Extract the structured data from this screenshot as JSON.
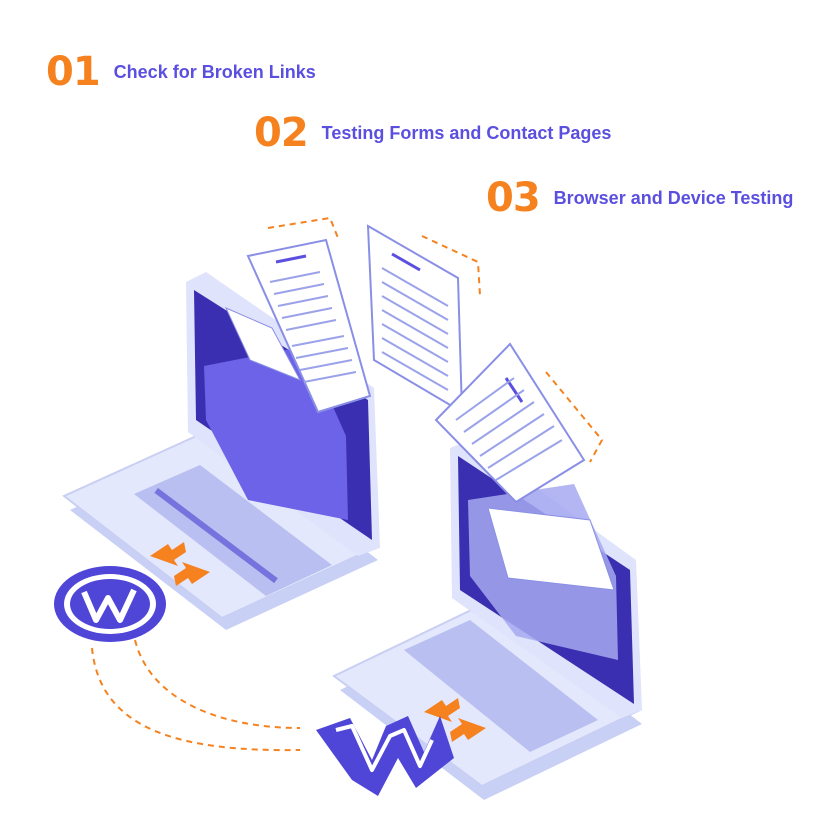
{
  "steps": [
    {
      "number": "01",
      "label": "Check for Broken Links"
    },
    {
      "number": "02",
      "label": "Testing Forms and Contact Pages"
    },
    {
      "number": "03",
      "label": "Browser and Device Testing"
    }
  ],
  "icons": [
    "wordpress-logo-icon",
    "webflow-logo-icon",
    "arrows-swap-icon",
    "document-icon",
    "folder-icon",
    "laptop-icon"
  ],
  "colors": {
    "accent_orange": "#f5821f",
    "brand_purple": "#5b4fe0",
    "laptop_light": "#dde3fb",
    "laptop_screen": "#3a2fb0",
    "folder": "#6c63e8"
  }
}
